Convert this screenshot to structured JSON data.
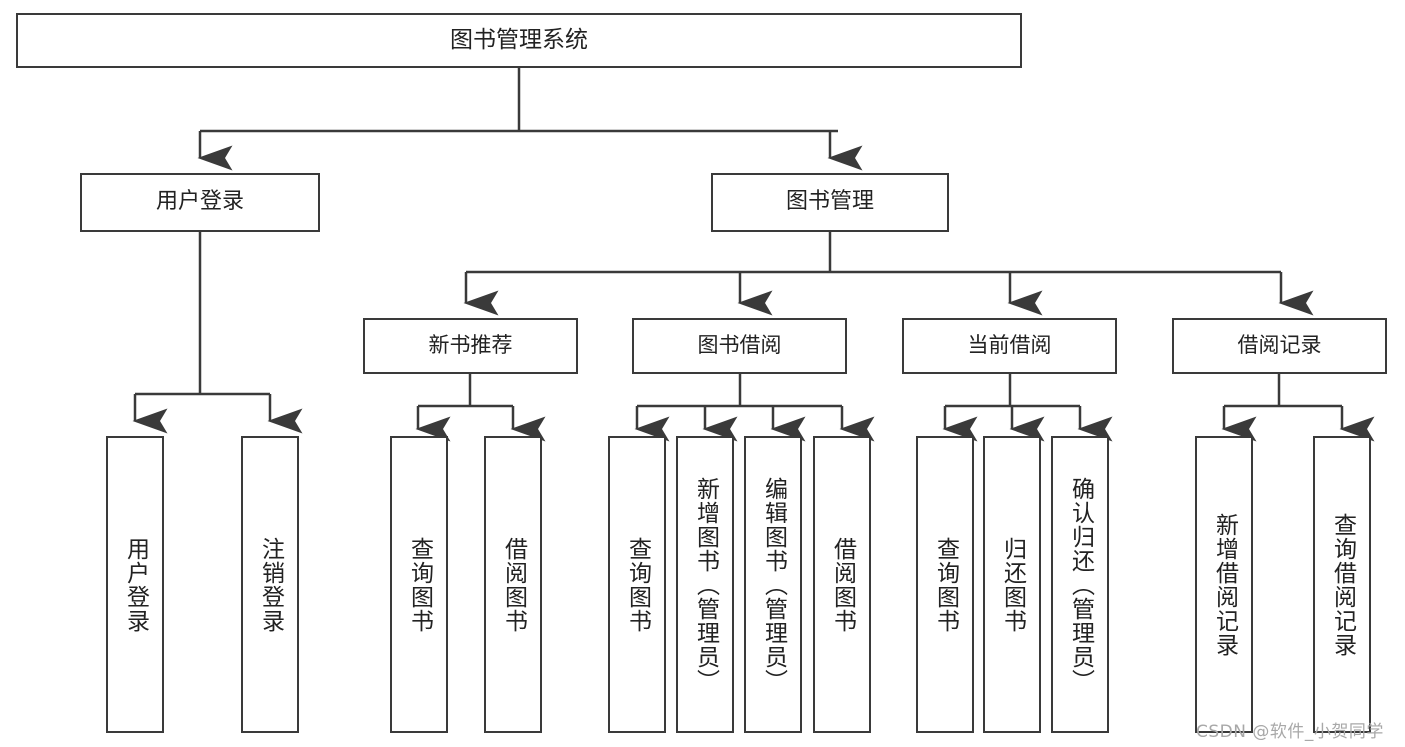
{
  "diagram": {
    "title": "图书管理系统",
    "root": {
      "label": "图书管理系统"
    },
    "level2": [
      {
        "label": "用户登录"
      },
      {
        "label": "图书管理"
      }
    ],
    "level3": [
      {
        "label": "新书推荐"
      },
      {
        "label": "图书借阅"
      },
      {
        "label": "当前借阅"
      },
      {
        "label": "借阅记录"
      }
    ],
    "leaves": {
      "user_login": [
        {
          "label": "用户登录"
        },
        {
          "label": "注销登录"
        }
      ],
      "new_book_recommend": [
        {
          "label": "查询图书"
        },
        {
          "label": "借阅图书"
        }
      ],
      "book_borrow": [
        {
          "label": "查询图书"
        },
        {
          "label": "新增图书（管理员）"
        },
        {
          "label": "编辑图书（管理员）"
        },
        {
          "label": "借阅图书"
        }
      ],
      "current_borrow": [
        {
          "label": "查询图书"
        },
        {
          "label": "归还图书"
        },
        {
          "label": "确认归还（管理员）"
        }
      ],
      "borrow_record": [
        {
          "label": "新增借阅记录"
        },
        {
          "label": "查询借阅记录"
        }
      ]
    }
  },
  "watermark": {
    "text": "CSDN @软件_小贺同学"
  },
  "colors": {
    "stroke": "#3a3a3a",
    "text": "#222222",
    "background": "#ffffff",
    "watermark": "#a8a8a8"
  }
}
